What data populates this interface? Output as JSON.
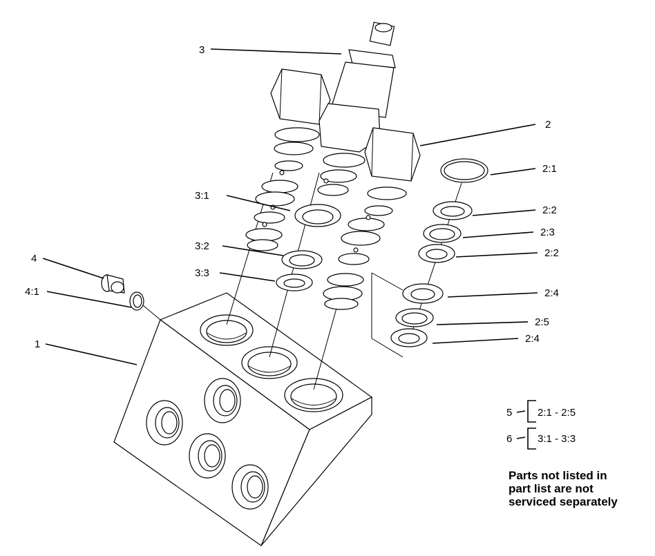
{
  "callouts": {
    "c1": "1",
    "c2": "2",
    "c2_1": "2:1",
    "c2_2a": "2:2",
    "c2_3": "2:3",
    "c2_2b": "2:2",
    "c2_4a": "2:4",
    "c2_5": "2:5",
    "c2_4b": "2:4",
    "c3": "3",
    "c3_1": "3:1",
    "c3_2": "3:2",
    "c3_3": "3:3",
    "c4": "4",
    "c4_1": "4:1"
  },
  "kits": [
    {
      "number": "5",
      "range": "2:1 - 2:5"
    },
    {
      "number": "6",
      "range": "3:1 - 3:3"
    }
  ],
  "note": {
    "line1": "Parts not listed in",
    "line2": "part list are not",
    "line3": "serviced separately"
  }
}
